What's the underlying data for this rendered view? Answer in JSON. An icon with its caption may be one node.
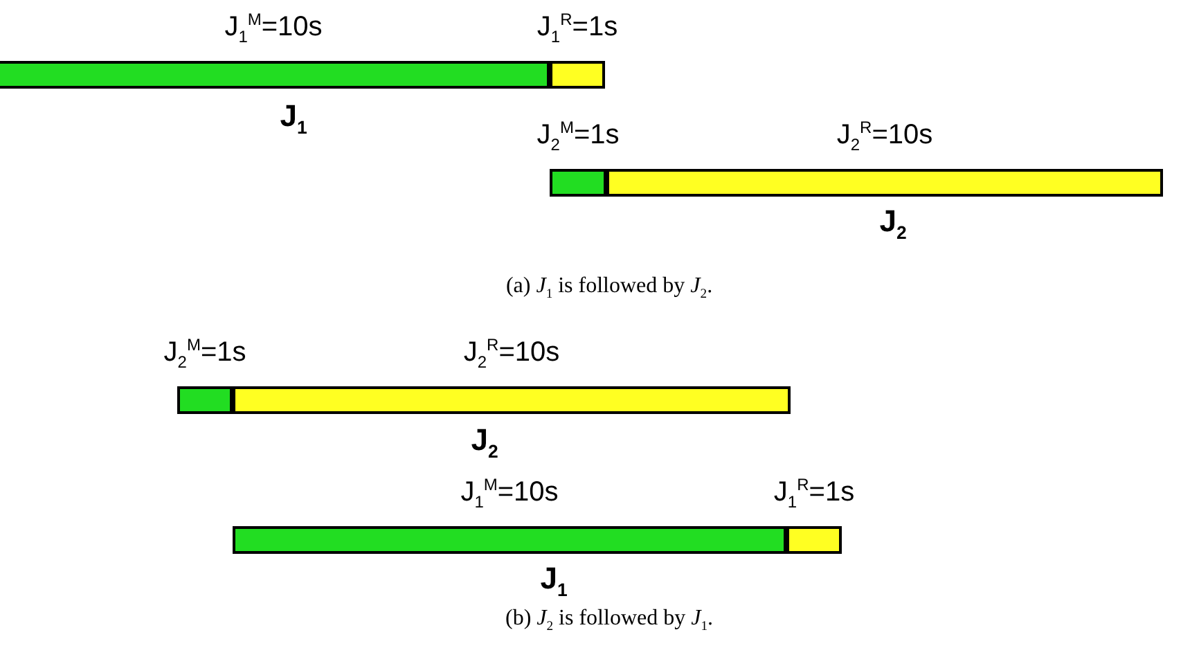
{
  "diagram": {
    "nodes": [
      {
        "text": [
          "J$_{1}$$^{M}$=10s"
        ]
      },
      {
        "text": [
          "J$_{1}$$^{R}$=1s"
        ]
      },
      {
        "text": [
          "J$_{2}$$^{M}$=1s"
        ]
      },
      {
        "text": [
          "J$_{2}$$^{R}$=10s"
        ]
      },
      {
        "text": [
          "J$_{2}$$^{M}$=1s"
        ]
      },
      {
        "text": [
          "J$_{2}$$^{R}$=10s"
        ]
      },
      {
        "text": [
          "J$_{1}$$^{M}$=10s"
        ]
      },
      {
        "text": [
          "J$_{1}$$^{R}$=1s"
        ]
      }
    ],
    "edges": [],
    "labels": [
      "J$_{1}$",
      "J$_{2}$",
      "(a) *J*$_{1}$ is followed by *J*$_{2}$.",
      "J$_{2}$",
      "J$_{1}$",
      "(b) *J*$_{2}$ is followed by *J*$_{1}$."
    ]
  }
}
